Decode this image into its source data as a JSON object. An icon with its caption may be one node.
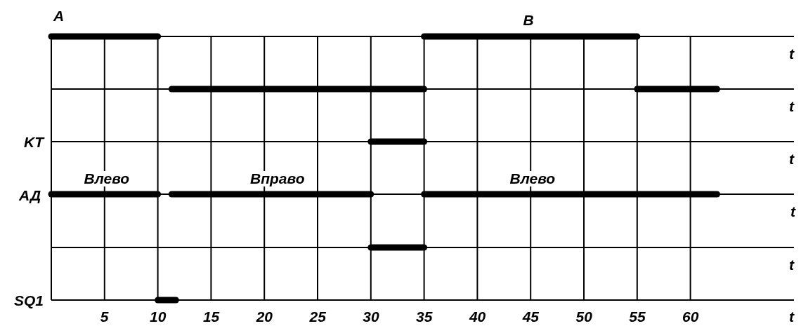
{
  "diagram": {
    "labels": [
      "A",
      "B",
      "t",
      "t",
      "KT",
      "t",
      "Влево",
      "Вправо",
      "Влево",
      "АД",
      "t",
      "t",
      "SQ1",
      "5",
      "10",
      "15",
      "20",
      "25",
      "30",
      "35",
      "40",
      "45",
      "50",
      "55",
      "60",
      "t"
    ]
  }
}
